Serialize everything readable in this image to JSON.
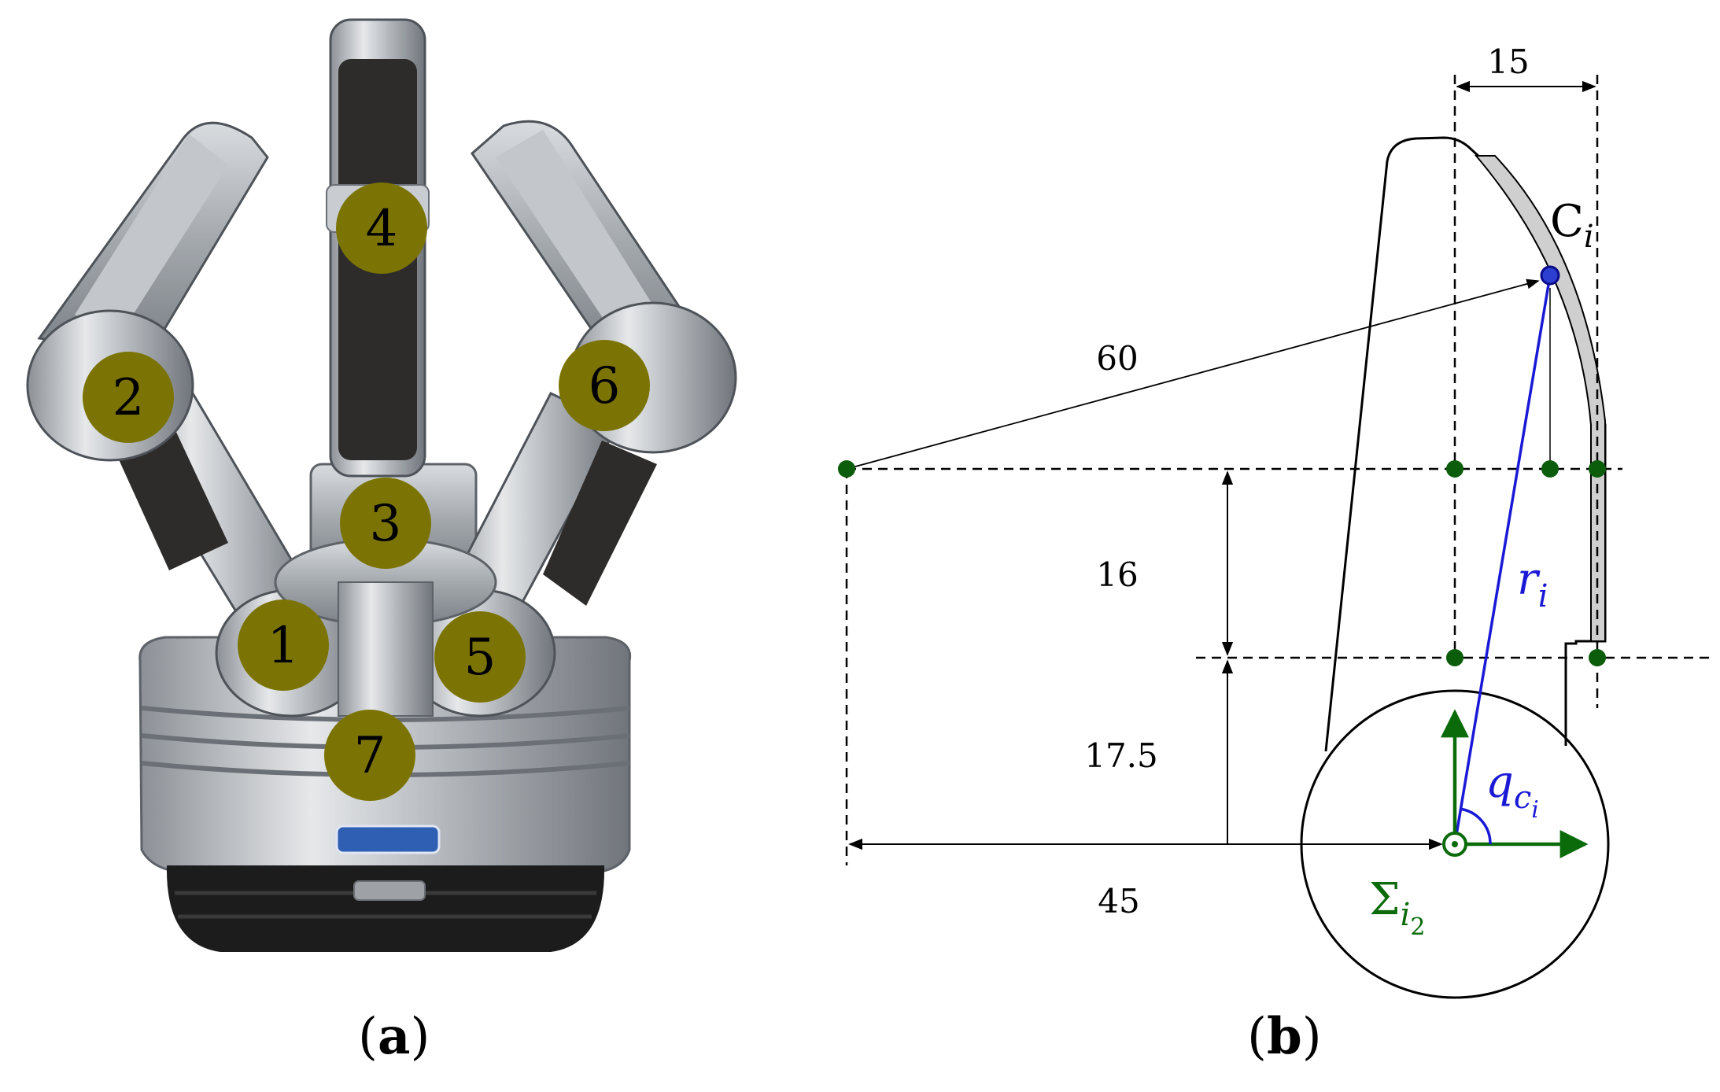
{
  "panel_a": {
    "caption_letter": "a",
    "joint_labels": [
      "4",
      "2",
      "6",
      "3",
      "1",
      "5",
      "7"
    ]
  },
  "panel_b": {
    "caption_letter": "b",
    "dimensions": {
      "top_width": "15",
      "radius_line": "60",
      "upper_height": "16",
      "lower_height": "17.5",
      "horizontal_offset": "45"
    },
    "symbols": {
      "contact_point": "C",
      "contact_point_sub": "i",
      "radius_vector": "r",
      "radius_vector_sub": "i",
      "angle": "q",
      "angle_sub": "c",
      "angle_subsub": "i",
      "frame": "Σ",
      "frame_sub": "i",
      "frame_subsub": "2"
    },
    "colors": {
      "contact_blue": "#1a1ad6",
      "frame_green": "#0b6b0b",
      "joint_marker": "#7b7405"
    }
  }
}
